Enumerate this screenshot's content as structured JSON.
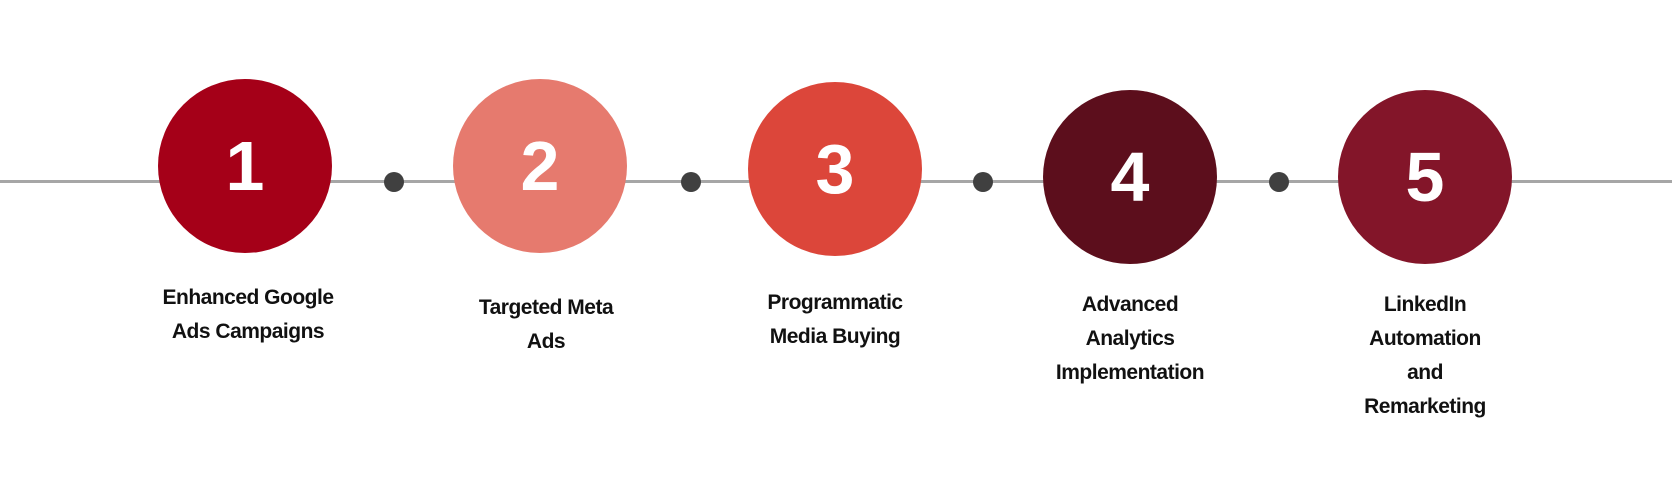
{
  "steps": [
    {
      "number": "1",
      "label_lines": [
        "Enhanced Google",
        "Ads Campaigns"
      ],
      "color": "#A50018"
    },
    {
      "number": "2",
      "label_lines": [
        "Targeted Meta",
        "Ads"
      ],
      "color": "#E67A6E"
    },
    {
      "number": "3",
      "label_lines": [
        "Programmatic",
        "Media Buying"
      ],
      "color": "#DC463A"
    },
    {
      "number": "4",
      "label_lines": [
        "Advanced",
        "Analytics",
        "Implementation"
      ],
      "color": "#5C0E1C"
    },
    {
      "number": "5",
      "label_lines": [
        "LinkedIn",
        "Automation",
        "and",
        "Remarketing"
      ],
      "color": "#831529"
    }
  ]
}
